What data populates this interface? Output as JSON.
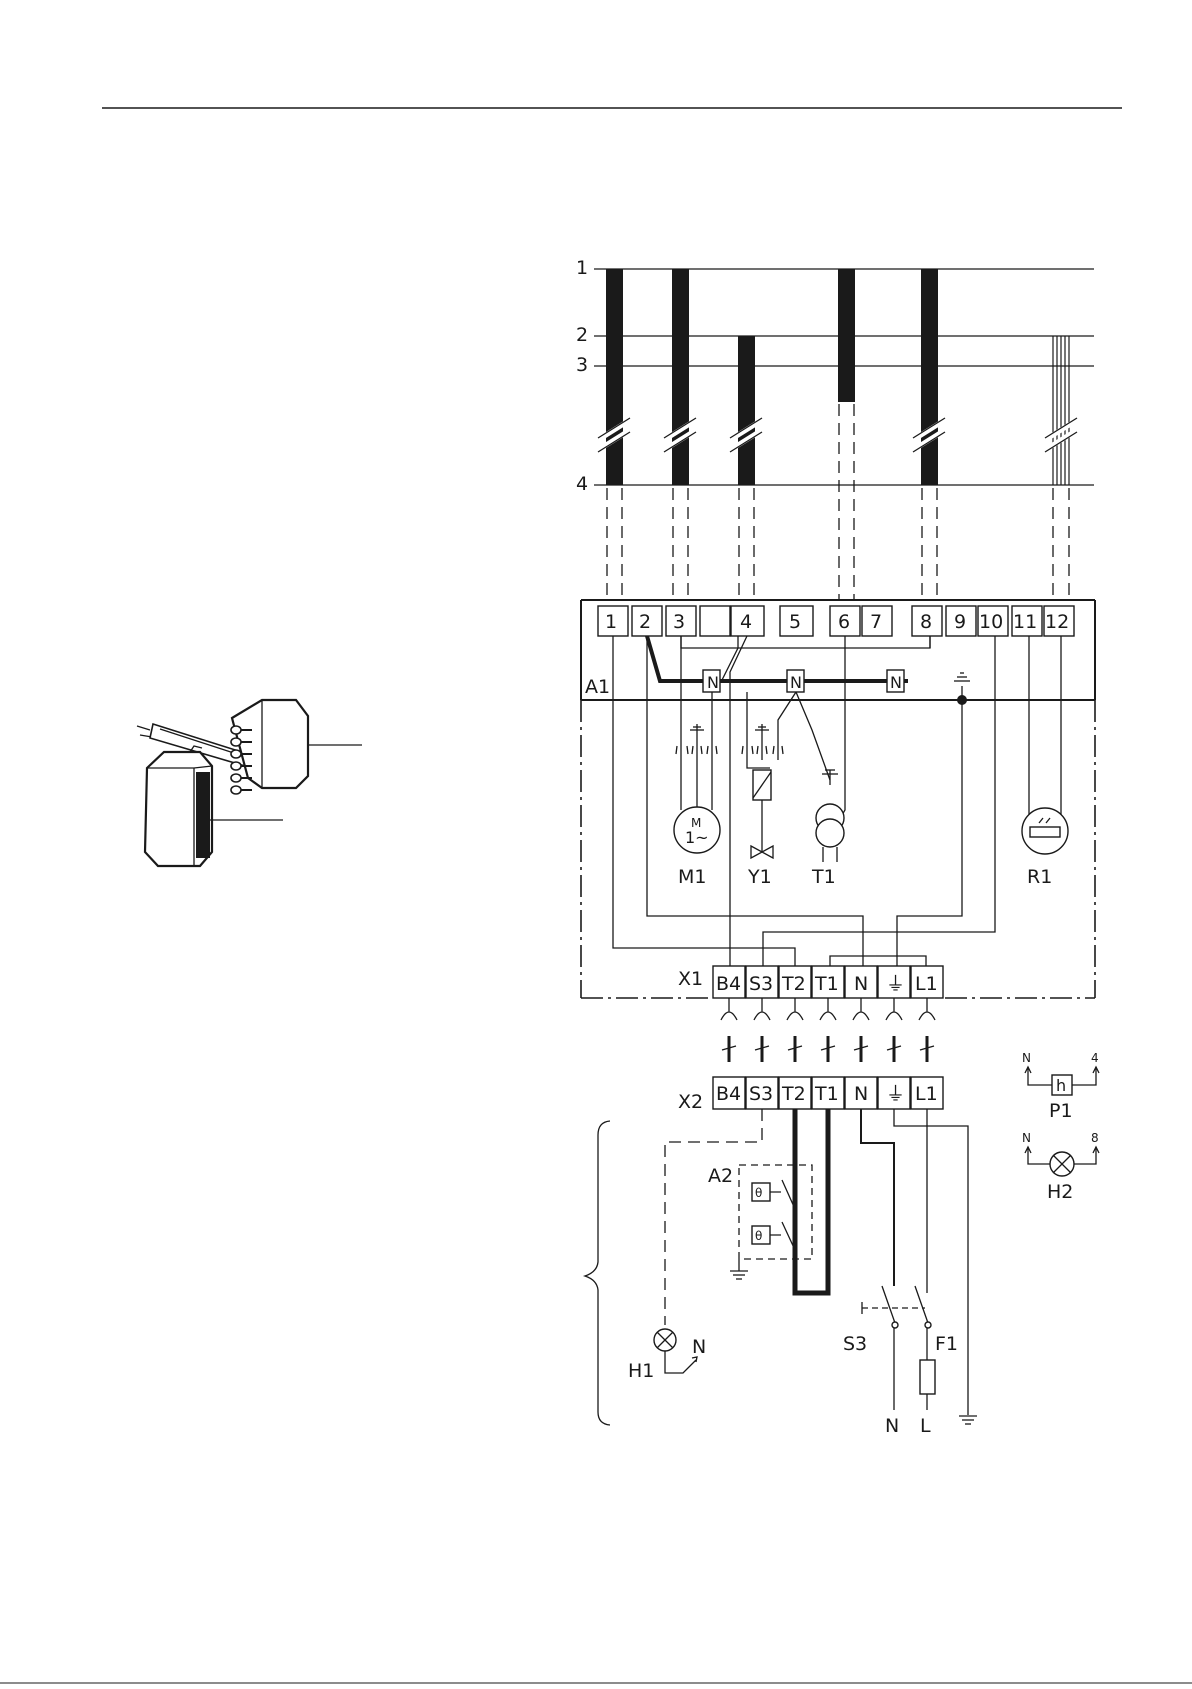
{
  "levels": [
    "1",
    "2",
    "3",
    "4"
  ],
  "a1": {
    "label": "A1",
    "terminals": [
      "1",
      "2",
      "3",
      "",
      "4",
      "5",
      "6",
      "7",
      "8",
      "9",
      "10",
      "11",
      "12"
    ],
    "n_marks": [
      "N",
      "N",
      "N"
    ]
  },
  "components": {
    "m1": "M1",
    "m1_symbol_top": "M",
    "m1_symbol_bottom": "1~",
    "y1": "Y1",
    "t1": "T1",
    "r1": "R1",
    "a2": "A2",
    "a2_symbol": "θ",
    "h1": "H1",
    "h1_n": "N",
    "s3": "S3",
    "f1": "F1",
    "p1": "P1",
    "p1_symbol": "h",
    "p1_left": "N",
    "p1_right": "4",
    "h2": "H2",
    "h2_left": "N",
    "h2_right": "8"
  },
  "x1": {
    "label": "X1",
    "terminals": [
      "B4",
      "S3",
      "T2",
      "T1",
      "N",
      "⏚",
      "L1"
    ]
  },
  "x2": {
    "label": "X2",
    "terminals": [
      "B4",
      "S3",
      "T2",
      "T1",
      "N",
      "⏚",
      "L1"
    ]
  },
  "supply": [
    "N",
    "L"
  ]
}
